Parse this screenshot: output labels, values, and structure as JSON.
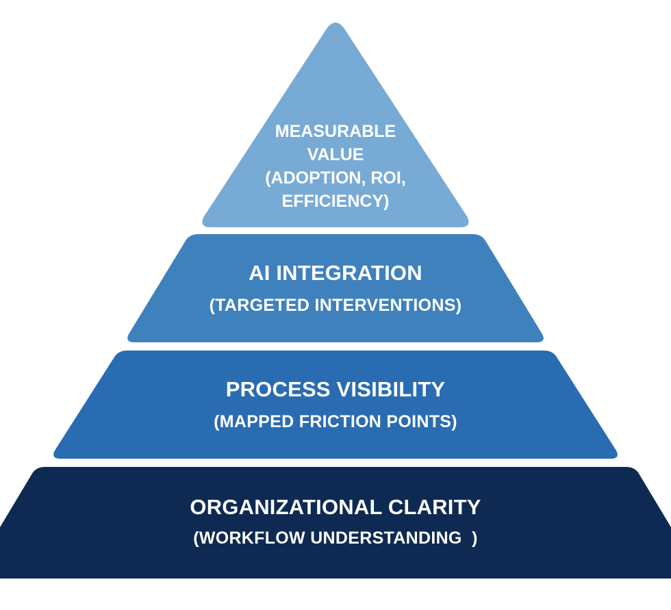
{
  "tiers": [
    {
      "title_lines": [
        "MEASURABLE",
        "VALUE",
        "(ADOPTION, ROI,",
        "EFFICIENCY)"
      ],
      "color": "#78aad6"
    },
    {
      "title": "AI INTEGRATION",
      "subtitle": "(TARGETED INTERVENTIONS)",
      "color": "#3f81bd"
    },
    {
      "title": "PROCESS VISIBILITY",
      "subtitle": "(MAPPED FRICTION POINTS)",
      "color": "#2a6cb2"
    },
    {
      "title": "ORGANIZATIONAL CLARITY",
      "subtitle": "(WORKFLOW UNDERSTANDING  )",
      "color": "#0f2a52"
    }
  ]
}
